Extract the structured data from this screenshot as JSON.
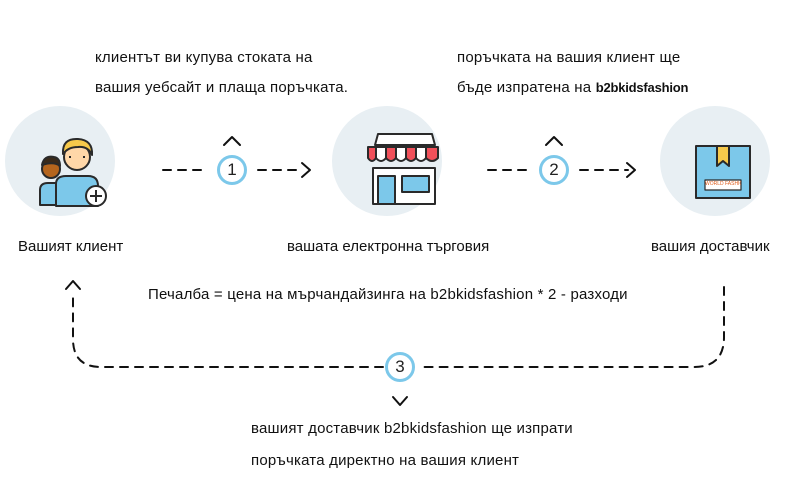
{
  "nodes": {
    "client": {
      "label": "Вашият клиент",
      "icon": "customers-icon"
    },
    "store": {
      "label": "вашата електронна търговия",
      "icon": "storefront-icon"
    },
    "supplier": {
      "label": "вашия доставчик",
      "icon": "package-box-icon",
      "box_logo": "WORLD FASHION"
    }
  },
  "steps": [
    {
      "number": "1",
      "text_line1": "клиентът ви купува стоката на",
      "text_line2": "вашия уебсайт и плаща поръчката."
    },
    {
      "number": "2",
      "text_line1": "поръчката на вашия клиент ще",
      "text_line2_prefix": "бъде изпратена на ",
      "text_line2_brand": "b2bkidsfashion"
    },
    {
      "number": "3",
      "text_line1": "вашият доставчик b2bkidsfashion ще изпрати",
      "text_line2": "поръчката директно на вашия клиент"
    }
  ],
  "formula": "Печалба = цена на мърчандайзинга на b2bkidsfashion * 2 - разходи",
  "colors": {
    "node_bg": "#e8eff3",
    "accent_blue": "#7cc8ea",
    "line": "#111111",
    "box_blue": "#7cc8ea",
    "awning_red": "#f0505a"
  }
}
